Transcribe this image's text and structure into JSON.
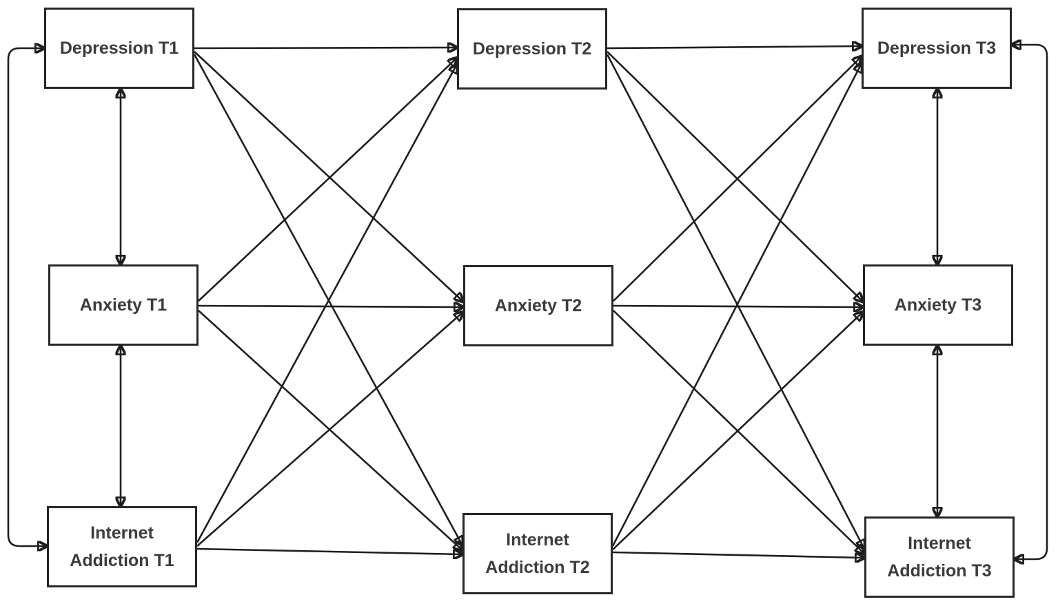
{
  "diagram": {
    "background": "#ffffff",
    "colors": {
      "line": "#1e1e1e",
      "box_border": "#262626",
      "box_fill": "#ffffff",
      "text": "#3c3c3c"
    },
    "nodes": {
      "depression_t1": {
        "lines": [
          "Depression T1"
        ]
      },
      "anxiety_t1": {
        "lines": [
          "Anxiety T1"
        ]
      },
      "internet_addiction_t1": {
        "lines": [
          "Internet",
          "Addiction T1"
        ]
      },
      "depression_t2": {
        "lines": [
          "Depression T2"
        ]
      },
      "anxiety_t2": {
        "lines": [
          "Anxiety T2"
        ]
      },
      "internet_addiction_t2": {
        "lines": [
          "Internet",
          "Addiction T2"
        ]
      },
      "depression_t3": {
        "lines": [
          "Depression T3"
        ]
      },
      "anxiety_t3": {
        "lines": [
          "Anxiety T3"
        ]
      },
      "internet_addiction_t3": {
        "lines": [
          "Internet",
          "Addiction T3"
        ]
      }
    },
    "edges": [
      {
        "from": "depression_t1",
        "to": "depression_t2",
        "type": "directed"
      },
      {
        "from": "depression_t1",
        "to": "anxiety_t2",
        "type": "directed"
      },
      {
        "from": "depression_t1",
        "to": "internet_addiction_t2",
        "type": "directed"
      },
      {
        "from": "anxiety_t1",
        "to": "depression_t2",
        "type": "directed"
      },
      {
        "from": "anxiety_t1",
        "to": "anxiety_t2",
        "type": "directed"
      },
      {
        "from": "anxiety_t1",
        "to": "internet_addiction_t2",
        "type": "directed"
      },
      {
        "from": "internet_addiction_t1",
        "to": "depression_t2",
        "type": "directed"
      },
      {
        "from": "internet_addiction_t1",
        "to": "anxiety_t2",
        "type": "directed"
      },
      {
        "from": "internet_addiction_t1",
        "to": "internet_addiction_t2",
        "type": "directed"
      },
      {
        "from": "depression_t2",
        "to": "depression_t3",
        "type": "directed"
      },
      {
        "from": "depression_t2",
        "to": "anxiety_t3",
        "type": "directed"
      },
      {
        "from": "depression_t2",
        "to": "internet_addiction_t3",
        "type": "directed"
      },
      {
        "from": "anxiety_t2",
        "to": "depression_t3",
        "type": "directed"
      },
      {
        "from": "anxiety_t2",
        "to": "anxiety_t3",
        "type": "directed"
      },
      {
        "from": "anxiety_t2",
        "to": "internet_addiction_t3",
        "type": "directed"
      },
      {
        "from": "internet_addiction_t2",
        "to": "depression_t3",
        "type": "directed"
      },
      {
        "from": "internet_addiction_t2",
        "to": "anxiety_t3",
        "type": "directed"
      },
      {
        "from": "internet_addiction_t2",
        "to": "internet_addiction_t3",
        "type": "directed"
      },
      {
        "from": "depression_t1",
        "to": "anxiety_t1",
        "type": "bidirectional"
      },
      {
        "from": "anxiety_t1",
        "to": "internet_addiction_t1",
        "type": "bidirectional"
      },
      {
        "from": "depression_t1",
        "to": "internet_addiction_t1",
        "type": "bidirectional",
        "route": "left-edge"
      },
      {
        "from": "depression_t3",
        "to": "anxiety_t3",
        "type": "bidirectional"
      },
      {
        "from": "anxiety_t3",
        "to": "internet_addiction_t3",
        "type": "bidirectional"
      },
      {
        "from": "depression_t3",
        "to": "internet_addiction_t3",
        "type": "bidirectional",
        "route": "right-edge"
      }
    ]
  }
}
